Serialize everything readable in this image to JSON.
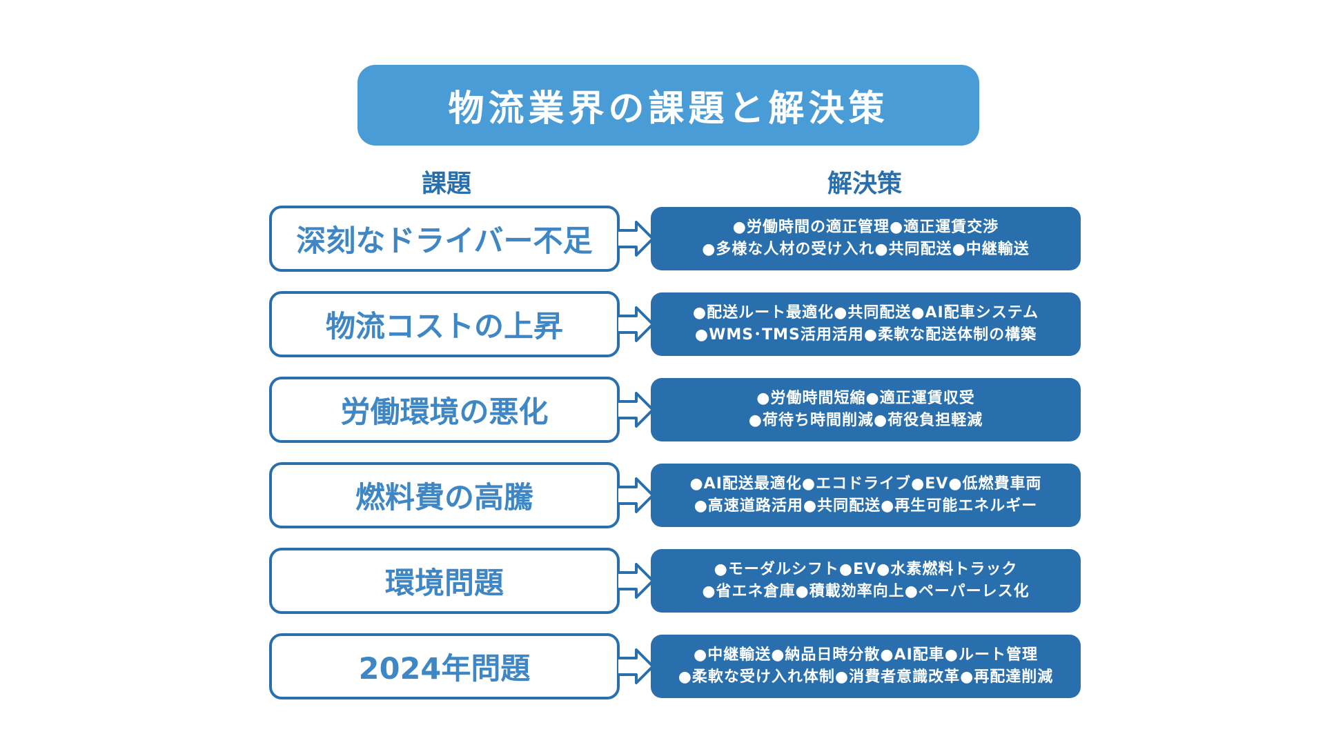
{
  "title": "物流業界の課題と解決策",
  "headers": {
    "issues": "課題",
    "solutions": "解決策"
  },
  "rows": [
    {
      "issue": "深刻なドライバー不足",
      "solution_line1": "●労働時間の適正管理●適正運賃交渉",
      "solution_line2": "●多様な人材の受け入れ●共同配送●中継輸送"
    },
    {
      "issue": "物流コストの上昇",
      "solution_line1": "●配送ルート最適化●共同配送●AI配車システム",
      "solution_line2": "●WMS･TMS活用活用●柔軟な配送体制の構築"
    },
    {
      "issue": "労働環境の悪化",
      "solution_line1": "●労働時間短縮●適正運賃収受",
      "solution_line2": "●荷待ち時間削減●荷役負担軽減"
    },
    {
      "issue": "燃料費の高騰",
      "solution_line1": "●AI配送最適化●エコドライブ●EV●低燃費車両",
      "solution_line2": "●高速道路活用●共同配送●再生可能エネルギー"
    },
    {
      "issue": "環境問題",
      "solution_line1": "●モーダルシフト●EV●水素燃料トラック",
      "solution_line2": "●省エネ倉庫●積載効率向上●ペーパーレス化"
    },
    {
      "issue": "2024年問題",
      "solution_line1": "●中継輸送●納品日時分散●AI配車●ルート管理",
      "solution_line2": "●柔軟な受け入れ体制●消費者意識改革●再配達削減"
    }
  ],
  "colors": {
    "title_bg": "#4a9cd6",
    "accent": "#2a6fad",
    "issue_text": "#3f86c5"
  }
}
